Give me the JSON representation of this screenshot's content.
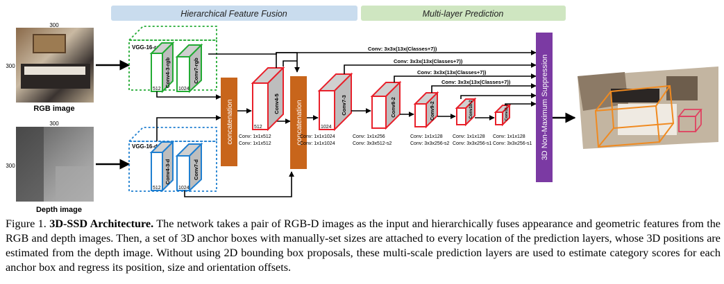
{
  "banners": {
    "fusion": "Hierarchical Feature Fusion",
    "prediction": "Multi-layer Prediction"
  },
  "inputs": {
    "rgb": {
      "label": "RGB image",
      "width": "300",
      "height": "300"
    },
    "depth": {
      "label": "Depth image",
      "width": "300",
      "height": "300"
    }
  },
  "vgg": {
    "rgb_title": "VGG-16-rgb",
    "depth_title": "VGG-16-d",
    "rgb_layers": [
      {
        "name": "Conv4-3-rgb",
        "channels": "512"
      },
      {
        "name": "Conv7-rgb",
        "channels": "1024"
      }
    ],
    "depth_layers": [
      {
        "name": "Conv4-3-d",
        "channels": "512"
      },
      {
        "name": "Conv7-d",
        "channels": "1024"
      }
    ]
  },
  "concat": {
    "label": "concatenation"
  },
  "conv_layers": [
    {
      "name": "Conv4-5",
      "channels": "512",
      "ops": [
        "Conv: 1x1x512",
        "Conv: 1x1x512"
      ]
    },
    {
      "name": "Conv7-3",
      "channels": "1024",
      "ops": [
        "Conv: 1x1x1024",
        "Conv: 1x1x1024"
      ]
    },
    {
      "name": "Conv8-2",
      "channels": "",
      "ops": [
        "Conv: 1x1x256",
        "Conv: 3x3x512-s2"
      ]
    },
    {
      "name": "Conv9-2",
      "channels": "",
      "ops": [
        "Conv: 1x1x128",
        "Conv: 3x3x256-s2"
      ]
    },
    {
      "name": "Conv10-2",
      "channels": "",
      "ops": [
        "Conv: 1x1x128",
        "Conv: 3x3x256-s1"
      ]
    },
    {
      "name": "Conv11-2",
      "channels": "",
      "ops": [
        "Conv: 1x1x128",
        "Conv: 3x3x256-s1"
      ]
    }
  ],
  "pred_label": "Conv: 3x3x(13x(Classes+7))",
  "nms": {
    "label": "3D Non-Maximum Suppression"
  },
  "colors": {
    "green": "#22aa33",
    "blue": "#1f7fd0",
    "red": "#e8202a",
    "orange": "#c8651b",
    "purple": "#7b3aa3",
    "fusion_banner": "#c9dcee",
    "prediction_banner": "#cfe6c1"
  },
  "caption": {
    "prefix": "Figure 1. ",
    "title": "3D-SSD Architecture.",
    "body": " The network takes a pair of RGB-D images as the input and hierarchically fuses appearance and geometric features from the RGB and depth images. Then, a set of 3D anchor boxes with manually-set sizes are attached to every location of the prediction layers, whose 3D positions are estimated from the depth image. Without using 2D bounding box proposals, these multi-scale prediction layers are used to estimate category scores for each anchor box and regress its position, size and orientation offsets."
  }
}
